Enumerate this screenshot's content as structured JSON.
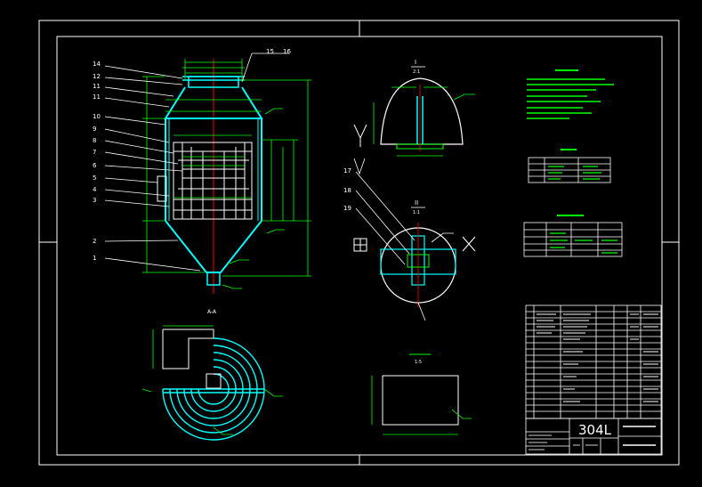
{
  "colors": {
    "background": "#000000",
    "frame": "#ffffff",
    "outline": "#ffffff",
    "vessel_wall": "#00ffff",
    "internals": "#ffffff",
    "dimension": "#00ff00",
    "centerline": "#ff0000",
    "notes_text": "#00ff00",
    "leader_text": "#ffffff"
  },
  "main_view": {
    "part_numbers_left": [
      "14",
      "12",
      "11",
      "11",
      "10",
      "9",
      "8",
      "7",
      "6",
      "5",
      "4",
      "3",
      "2",
      "1"
    ],
    "part_numbers_top": [
      "15",
      "16"
    ]
  },
  "detail_i": {
    "view_label": "I",
    "scale": "2:1"
  },
  "detail_ii": {
    "view_label": "II",
    "scale": "1:1",
    "part_numbers": [
      "17",
      "18",
      "19"
    ]
  },
  "plan_view": {
    "marker": "A-A"
  },
  "small_part": {
    "scale": "1:5"
  },
  "title_block": {
    "material": "304L"
  }
}
